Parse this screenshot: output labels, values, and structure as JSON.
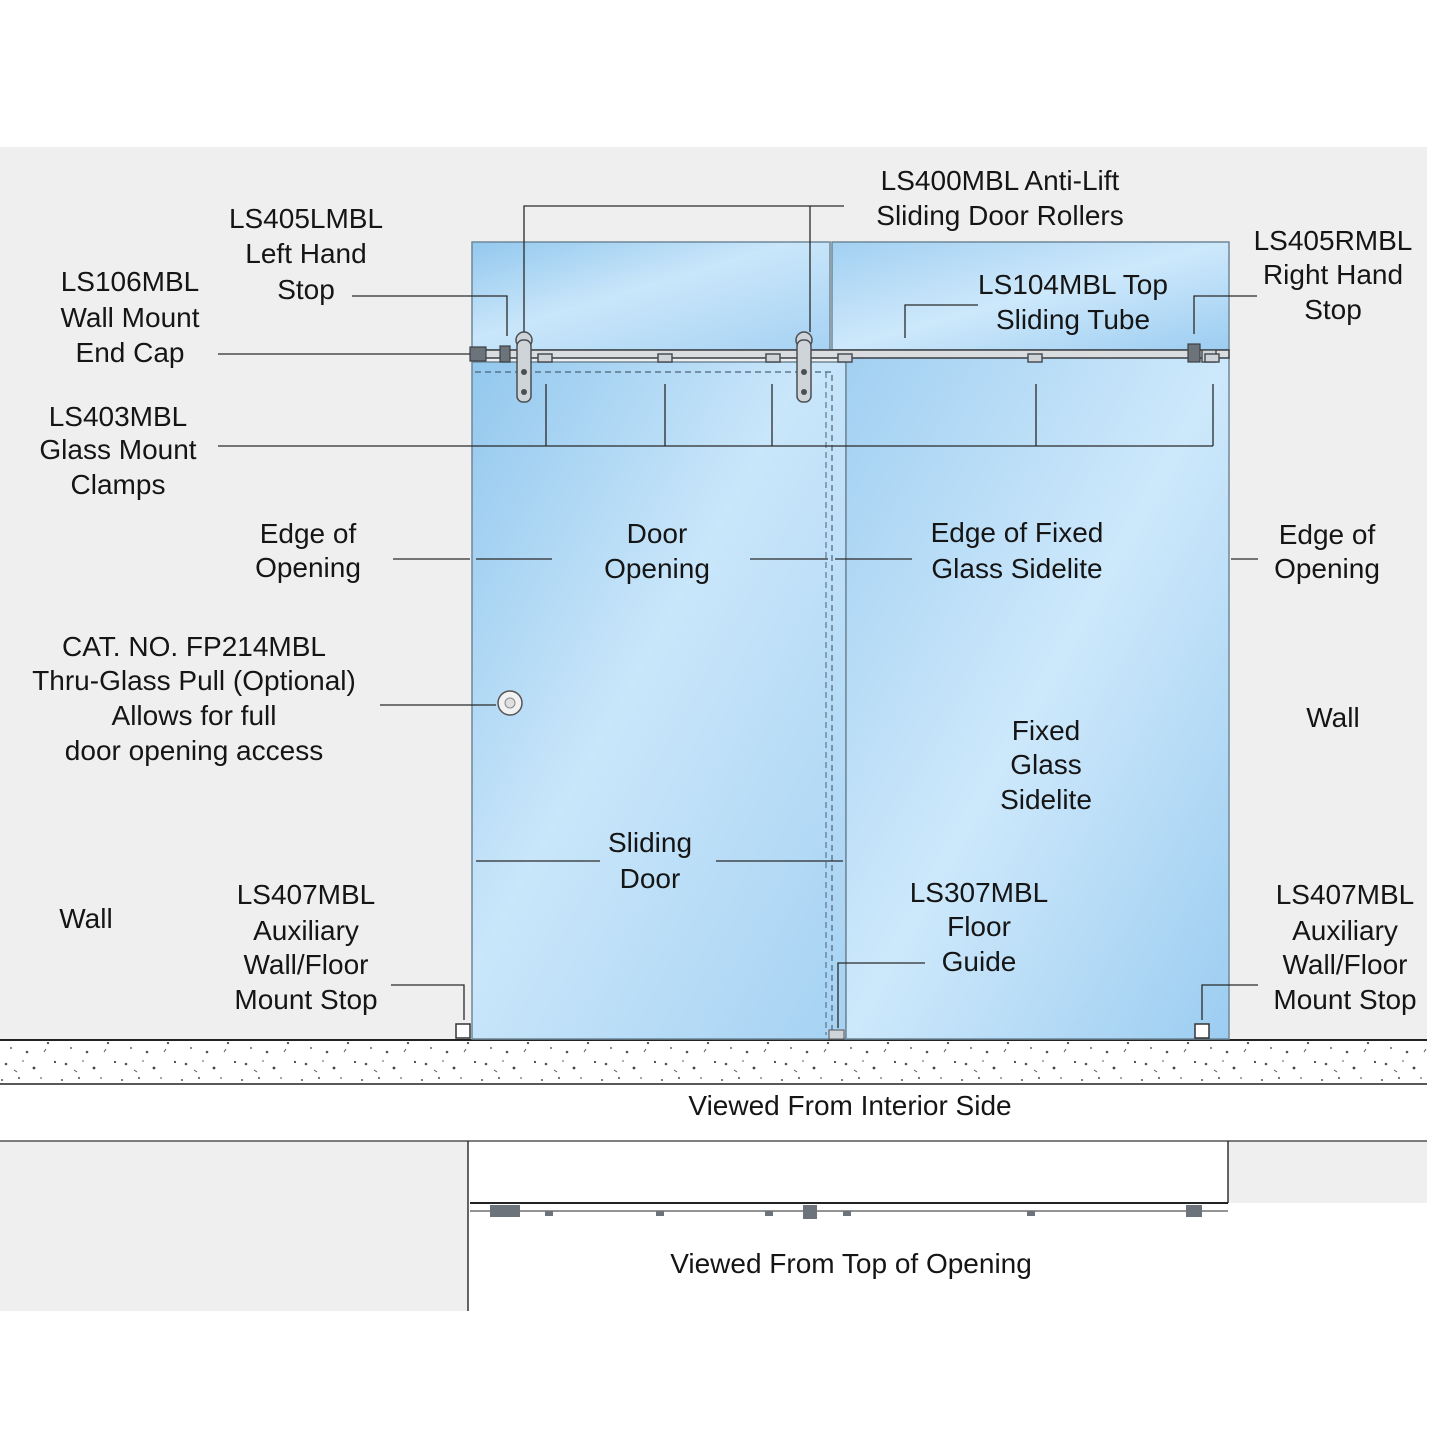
{
  "labels": {
    "ls400": [
      "LS400MBL Anti-Lift",
      "Sliding Door Rollers"
    ],
    "ls405l": [
      "LS405LMBL",
      "Left Hand",
      "Stop"
    ],
    "ls405r": [
      "LS405RMBL",
      "Right Hand",
      "Stop"
    ],
    "ls106": [
      "LS106MBL",
      "Wall Mount",
      "End Cap"
    ],
    "ls104": [
      "LS104MBL Top",
      "Sliding Tube"
    ],
    "ls403": [
      "LS403MBL",
      "Glass Mount",
      "Clamps"
    ],
    "edge_left": [
      "Edge of",
      "Opening"
    ],
    "door_opening": [
      "Door",
      "Opening"
    ],
    "edge_fixed": [
      "Edge of Fixed",
      "Glass Sidelite"
    ],
    "edge_right": [
      "Edge of",
      "Opening"
    ],
    "fp214": [
      "CAT. NO. FP214MBL",
      "Thru-Glass Pull (Optional)",
      "Allows for full",
      "door opening access"
    ],
    "wall_right": "Wall",
    "fixed_sidelite": [
      "Fixed",
      "Glass",
      "Sidelite"
    ],
    "sliding_door": [
      "Sliding",
      "Door"
    ],
    "wall_left": "Wall",
    "ls407_left": [
      "LS407MBL",
      "Auxiliary",
      "Wall/Floor",
      "Mount Stop"
    ],
    "ls307": [
      "LS307MBL",
      "Floor",
      "Guide"
    ],
    "ls407_right": [
      "LS407MBL",
      "Auxiliary",
      "Wall/Floor",
      "Mount Stop"
    ],
    "caption_interior": "Viewed From Interior Side",
    "caption_top": "Viewed From Top of Opening"
  },
  "colors": {
    "wall": "#efefef",
    "glass": "#a9d3f2",
    "glass_dark": "#8ec2ea",
    "hardware": "#cfd4d8",
    "text": "#151515"
  }
}
